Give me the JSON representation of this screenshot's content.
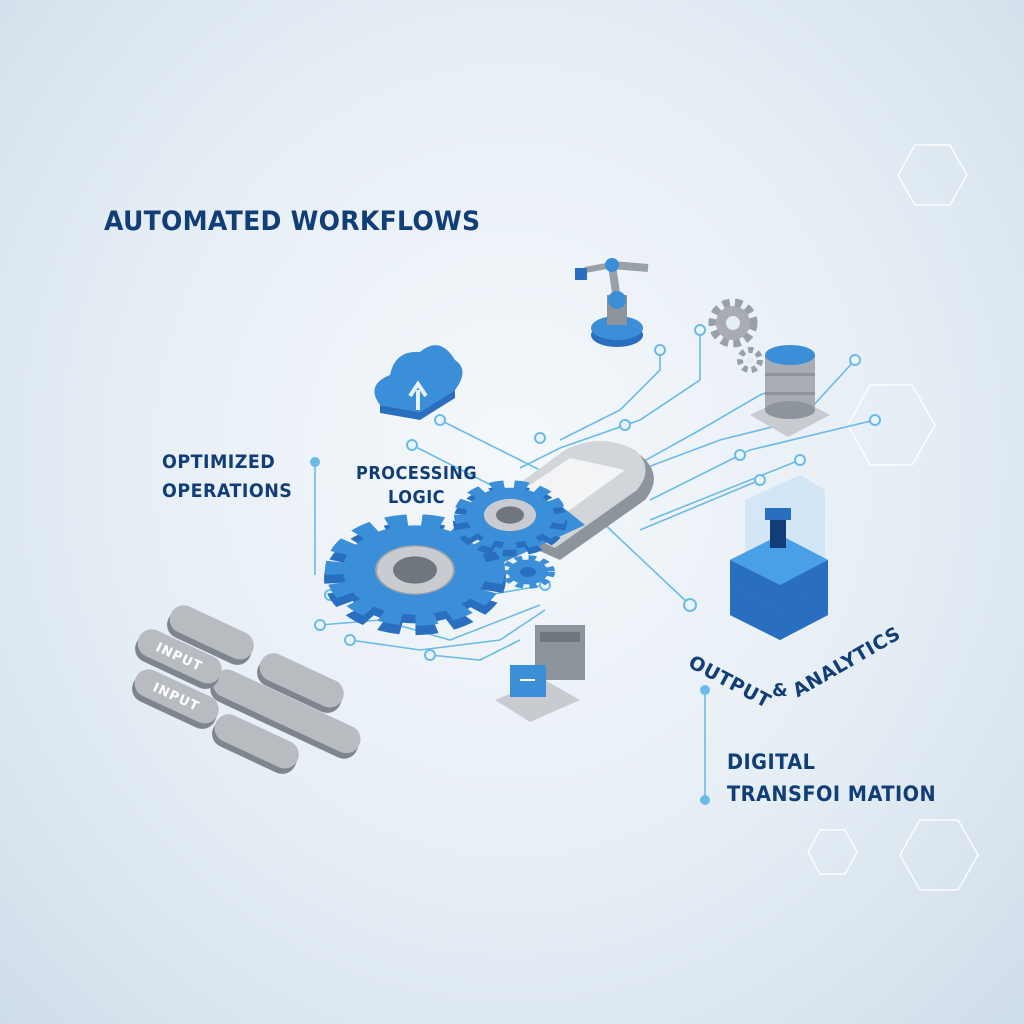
{
  "title": "AUTOMATED WORKFLOWS",
  "labels": {
    "optimized_line1": "OPTIMIZED",
    "optimized_line2": "OPERATIONS",
    "processing_line1": "PROCESSING",
    "processing_line2": "LOGIC",
    "output": "OUTPUT",
    "ampersand": "&",
    "analytics": "ANALYTICS",
    "digital_line1": "DIGITAL",
    "digital_line2": "TRANSFOI MATION"
  },
  "inputs": [
    "INPUT",
    "INPUT"
  ],
  "colors": {
    "accent": "#3a8fd8",
    "dark_blue": "#123e78",
    "circuit": "#6bbbe8",
    "gray": "#a9adb3"
  }
}
